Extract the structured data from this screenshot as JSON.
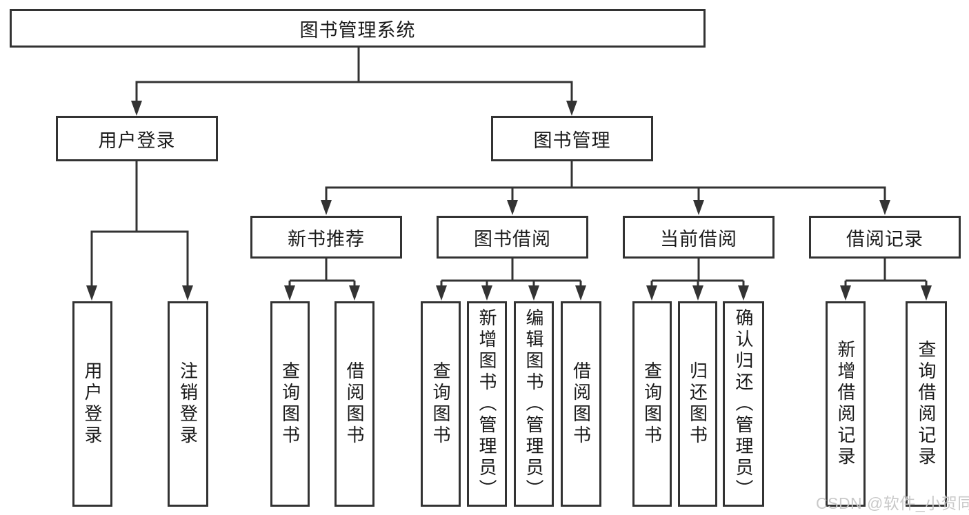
{
  "tree": {
    "root": {
      "label": "图书管理系统",
      "children": {
        "user_login": {
          "label": "用户登录",
          "children": {
            "login": {
              "label": "用户登录"
            },
            "logout": {
              "label": "注销登录"
            }
          }
        },
        "book_mgmt": {
          "label": "图书管理",
          "children": {
            "new_book_rec": {
              "label": "新书推荐",
              "children": {
                "query_books": {
                  "label": "查询图书"
                },
                "borrow_books": {
                  "label": "借阅图书"
                }
              }
            },
            "book_borrow": {
              "label": "图书借阅",
              "children": {
                "query_books": {
                  "label": "查询图书"
                },
                "add_books": {
                  "label": "新增图书（管理员）"
                },
                "edit_books": {
                  "label": "编辑图书（管理员）"
                },
                "borrow_books": {
                  "label": "借阅图书"
                }
              }
            },
            "current_borrow": {
              "label": "当前借阅",
              "children": {
                "query_books": {
                  "label": "查询图书"
                },
                "return_books": {
                  "label": "归还图书"
                },
                "confirm_return": {
                  "label": "确认归还（管理员）"
                }
              }
            },
            "borrow_records": {
              "label": "借阅记录",
              "children": {
                "add_record": {
                  "label": "新增借阅记录"
                },
                "query_record": {
                  "label": "查询借阅记录"
                }
              }
            }
          }
        }
      }
    }
  },
  "watermark": {
    "text": "CSDN @软件_小贺同学"
  },
  "colors": {
    "line": "#333333",
    "text": "#1a1a1a",
    "background": "#ffffff",
    "watermark": "#c6c6c6"
  }
}
